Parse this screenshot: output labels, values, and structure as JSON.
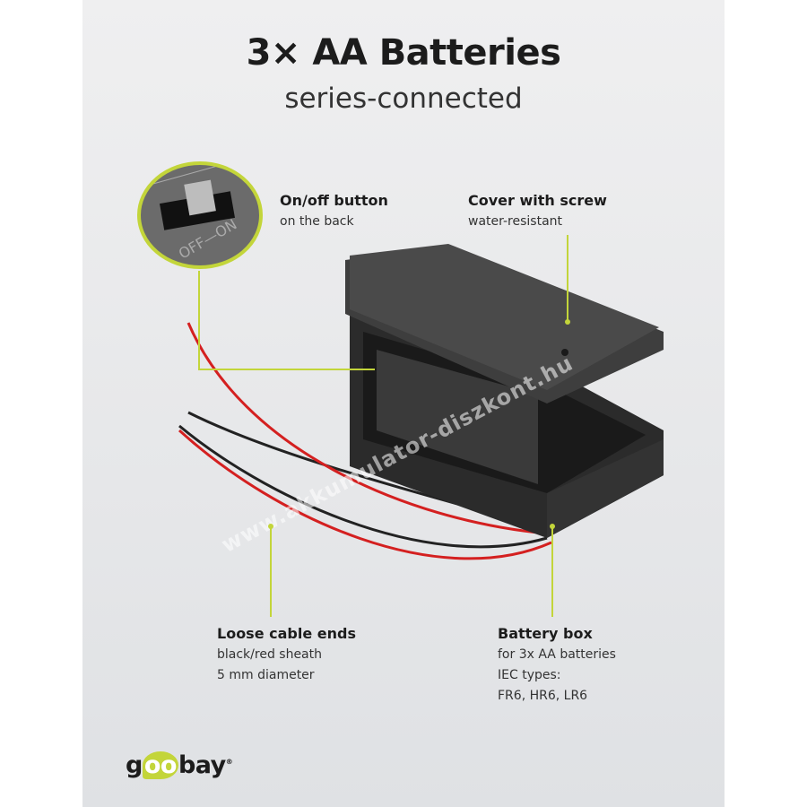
{
  "title": "3× AA Batteries",
  "subtitle": "series-connected",
  "callouts": {
    "onoff": {
      "label": "On/off button",
      "lines": [
        "on the back"
      ],
      "switch_text": "OFF—ON"
    },
    "cover": {
      "label": "Cover with screw",
      "lines": [
        "water-resistant"
      ]
    },
    "cable": {
      "label": "Loose cable ends",
      "lines": [
        "black/red sheath",
        "5 mm diameter"
      ]
    },
    "box": {
      "label": "Battery box",
      "lines": [
        "for 3x AA batteries",
        "IEC types:",
        "FR6, HR6, LR6"
      ]
    }
  },
  "brand": {
    "pre": "g",
    "oo": "oo",
    "post": "bay",
    "reg": "®"
  },
  "watermark": "www.akkumulator-diszkont.hu",
  "colors": {
    "accent": "#c3d53a",
    "text": "#1c1c1c"
  }
}
